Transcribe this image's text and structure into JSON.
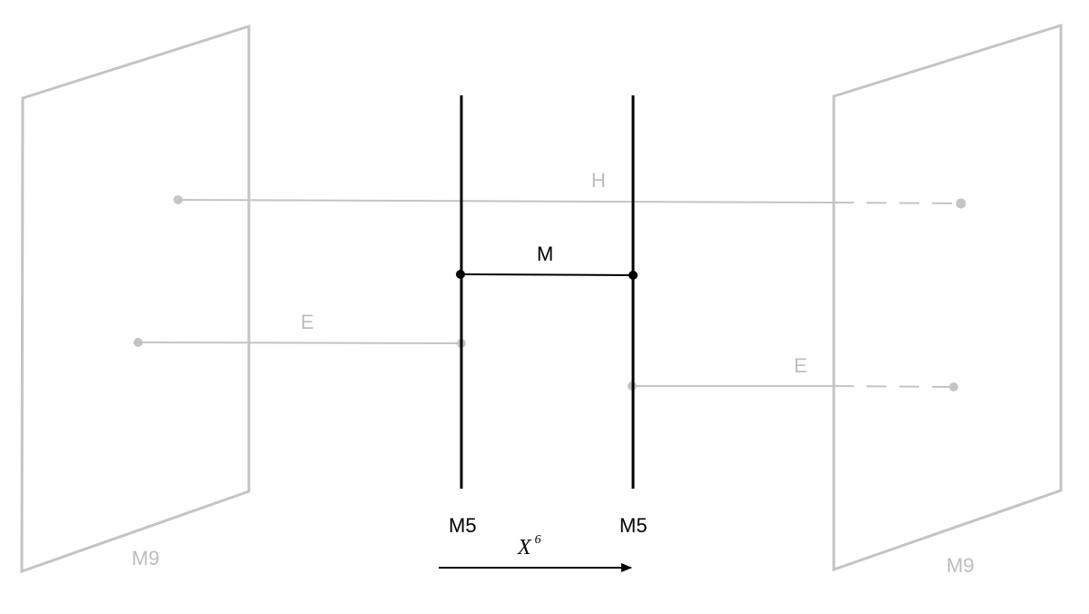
{
  "colors": {
    "brane_gray": "#c4c4c4",
    "label_gray": "#bdbdbd",
    "ink": "#000000",
    "background": "#ffffff"
  },
  "labels": {
    "m9_left": "M9",
    "m9_right": "M9",
    "m5_left": "M5",
    "m5_right": "M5",
    "membrane_m": "M",
    "string_h": "H",
    "string_e_left": "E",
    "string_e_right": "E",
    "axis_base": "X",
    "axis_sup": "6"
  }
}
